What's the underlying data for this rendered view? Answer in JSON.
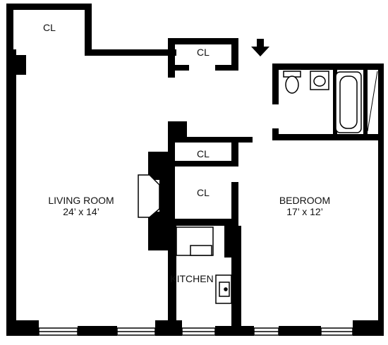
{
  "floor_plan": {
    "rooms": {
      "living_room": {
        "name": "LIVING ROOM",
        "dims": "24’ x 14’"
      },
      "bedroom": {
        "name": "BEDROOM",
        "dims": "17’ x 12’"
      },
      "kitchen": {
        "name": "KITCHEN"
      }
    },
    "closets": [
      "CL",
      "CL",
      "CL",
      "CL"
    ],
    "entry_marker": "entry-arrow-icon"
  }
}
